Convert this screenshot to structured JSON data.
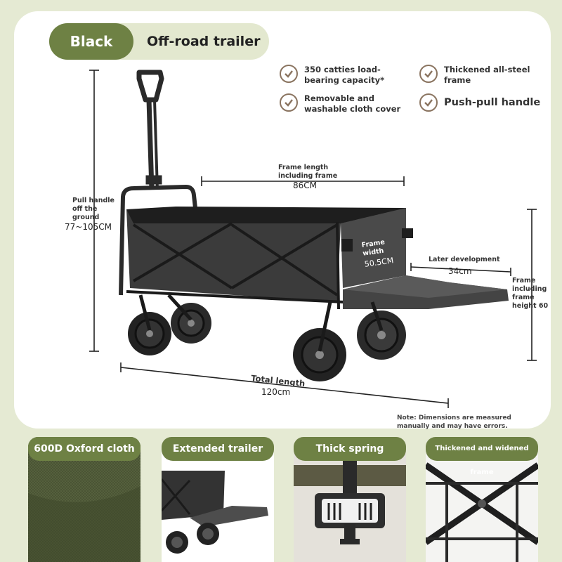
{
  "header": {
    "color": "Black",
    "product": "Off-road trailer"
  },
  "features": [
    {
      "icon": "check-icon",
      "text": "350 catties load-\nbearing capacity*"
    },
    {
      "icon": "check-icon",
      "text": "Thickened all-steel\nframe"
    },
    {
      "icon": "check-icon",
      "text": "Removable and\nwashable cloth cover"
    },
    {
      "icon": "check-icon",
      "text": "Push-pull handle"
    }
  ],
  "dimensions": {
    "frame_length": {
      "label": "Frame length\nincluding frame",
      "value": "86CM"
    },
    "pull_handle": {
      "label": "Pull handle\noff the\nground",
      "value": "77~105CM"
    },
    "frame_width": {
      "label": "Frame\nwidth",
      "value": "50.5CM"
    },
    "later_development": {
      "label": "Later development",
      "value": "34cm"
    },
    "frame_height": {
      "label": "Frame\nincluding\nframe\nheight 60"
    },
    "total_length": {
      "label": "Total length",
      "value": "120cm"
    }
  },
  "note": "Note: Dimensions are measured\nmanually and may have errors.",
  "cards": [
    {
      "title": "600D Oxford cloth"
    },
    {
      "title": "Extended trailer"
    },
    {
      "title": "Thick spring"
    },
    {
      "title": "Thickened and widened frame"
    }
  ],
  "colors": {
    "accent": "#6e8144",
    "background": "#e5ead3",
    "check": "#8a7460"
  }
}
